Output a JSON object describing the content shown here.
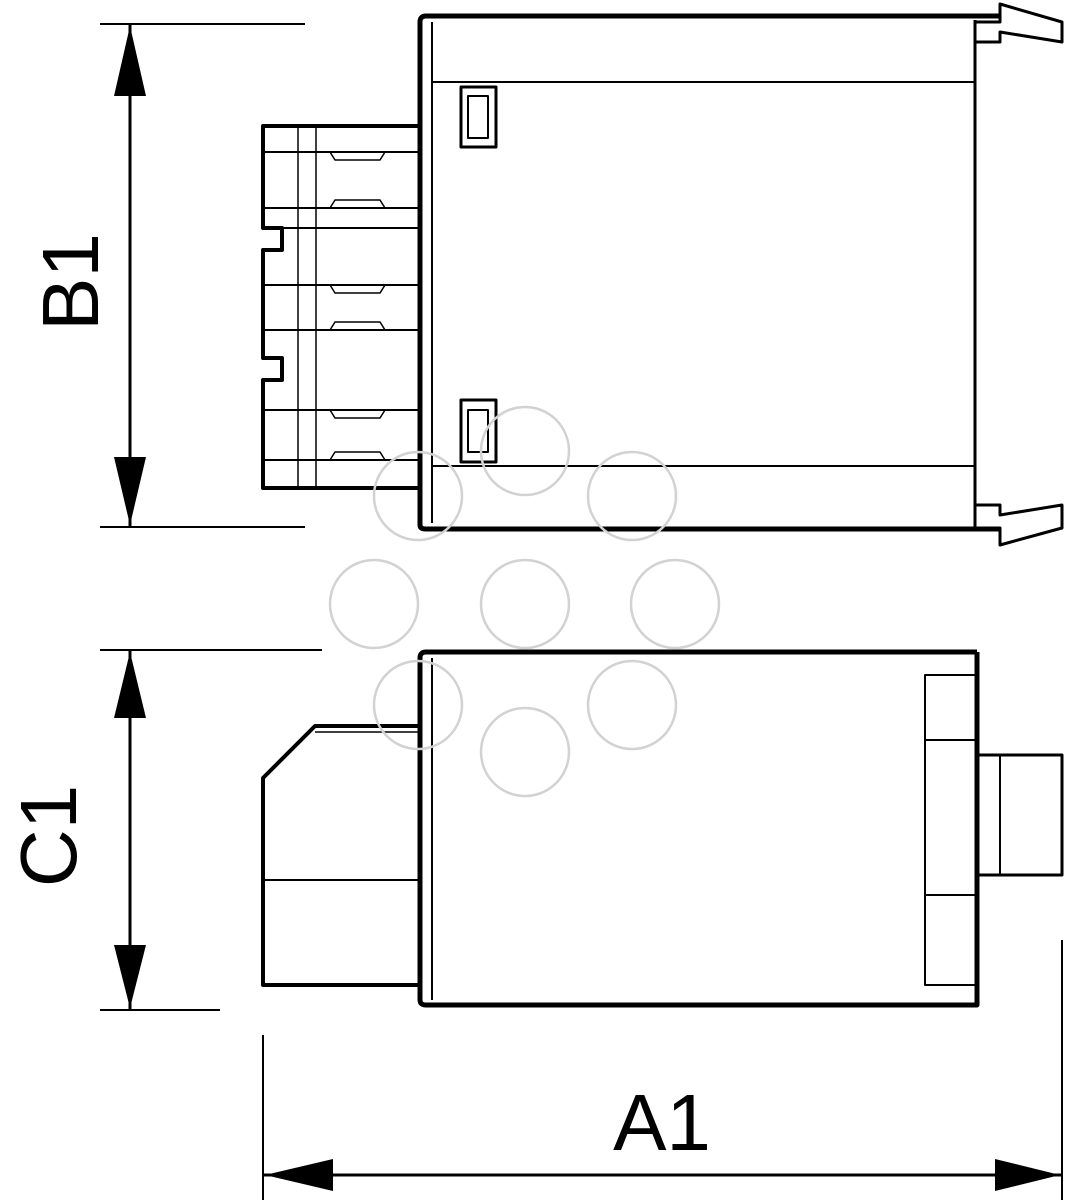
{
  "dimensions": {
    "width_label": "A1",
    "height_label": "B1",
    "depth_label": "C1"
  },
  "colors": {
    "line": "#000000",
    "watermark": "#d2d2d2",
    "background": "#ffffff"
  }
}
